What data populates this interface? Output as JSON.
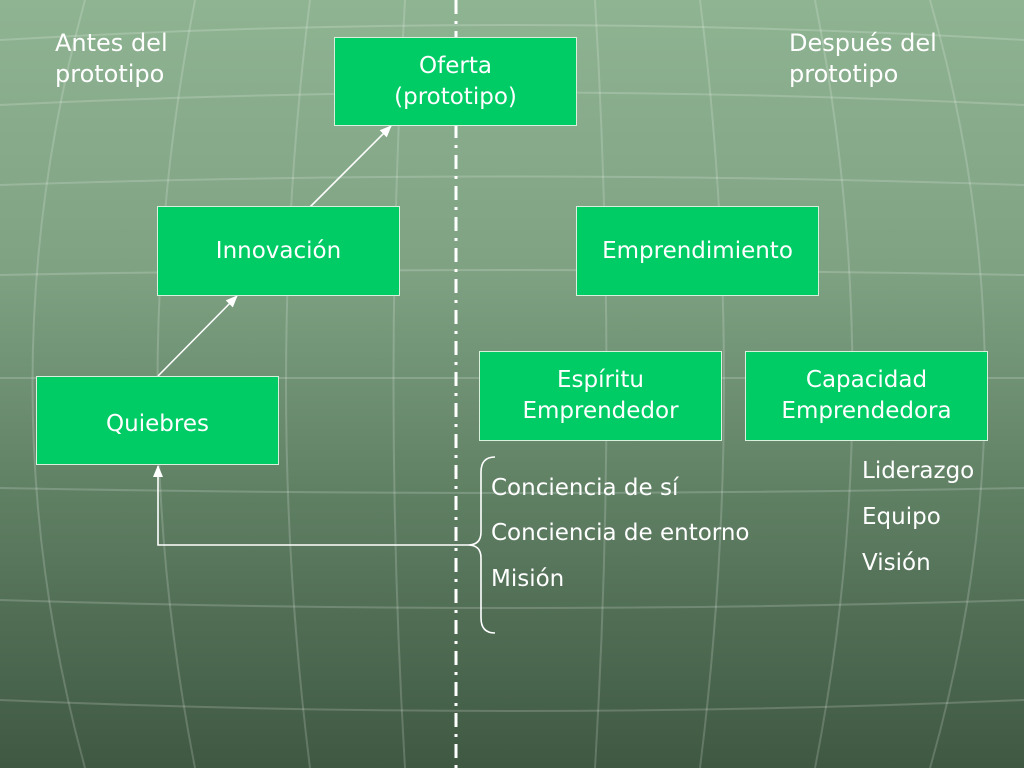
{
  "headings": {
    "before": "Antes del\nprototipo",
    "after": "Después del\nprototipo"
  },
  "boxes": {
    "oferta": "Oferta\n(prototipo)",
    "innovacion": "Innovación",
    "quiebres": "Quiebres",
    "emprendimiento": "Emprendimiento",
    "espiritu": "Espíritu\nEmprendedor",
    "capacidad": "Capacidad\nEmprendedora"
  },
  "espiritu_items": [
    "Conciencia de sí",
    "Conciencia de entorno",
    "Misión"
  ],
  "capacidad_items": [
    "Liderazgo",
    "Equipo",
    "Visión"
  ],
  "colors": {
    "box_fill": "#00cc66",
    "box_border": "#d8f0dc",
    "text": "#ffffff",
    "divider": "#ffffff"
  }
}
